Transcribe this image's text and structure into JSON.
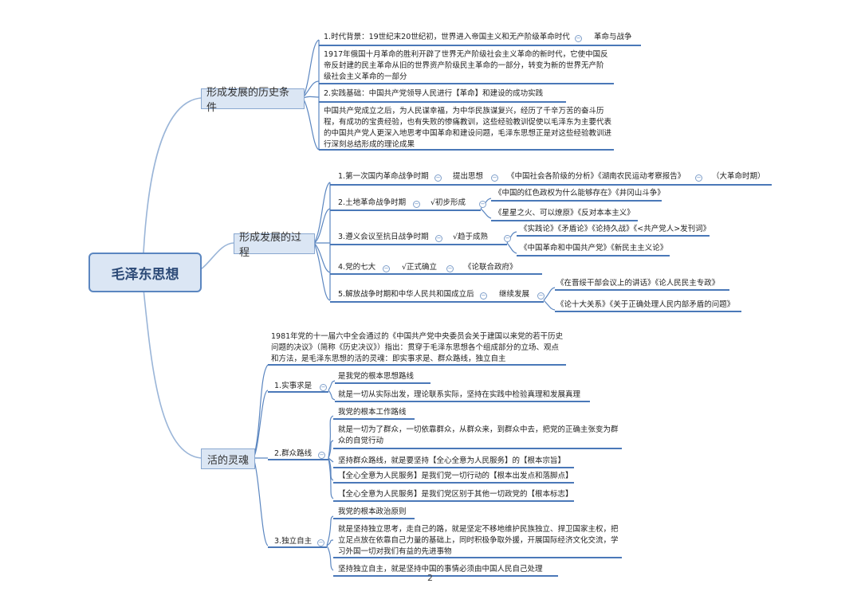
{
  "root": "毛泽东思想",
  "branches": {
    "history": "形成发展的历史条件",
    "process": "形成发展的过程",
    "soul": "活的灵魂"
  },
  "history": {
    "bg": "1.时代背景：19世纪末20世纪初，世界进入帝国主义和无产阶级革命时代",
    "bg_tag": "革命与战争",
    "bg_detail": "1917年俄国十月革命的胜利开辟了世界无产阶级社会主义革命的新时代，它使中国反帝反封建的民主革命从旧的世界资产阶级民主革命的一部分，转变为新的世界无产阶级社会主义革命的一部分",
    "practice": "2.实践基础：中国共产党领导人民进行【革命】和建设的成功实践",
    "practice_detail": "中国共产党成立之后，为人民谋幸福，为中华民族谋复兴，经历了千辛万苦的奋斗历程，有成功的宝贵经验，也有失败的惨痛教训，这些经验教训促使以毛泽东为主要代表的中国共产党人更深入地思考中国革命和建设问题，毛泽东思想正是对这些经验教训进行深刻总结形成的理论成果"
  },
  "process": {
    "p1": "1.第一次国内革命战争时期",
    "p1_stage": "提出思想",
    "p1_works": "《中国社会各阶级的分析》《湖南农民运动考察报告》",
    "p1_note": "（大革命时期）",
    "p2": "2.土地革命战争时期",
    "p2_stage": "√初步形成",
    "p2_works_a": "《中国的红色政权为什么能够存在》《井冈山斗争》",
    "p2_works_b": "《星星之火、可以燎原》《反对本本主义》",
    "p3": "3.遵义会议至抗日战争时期",
    "p3_stage": "√趋于成熟",
    "p3_works_a": "《实践论》《矛盾论》《论持久战》《<共产党人>发刊词》",
    "p3_works_b": "《中国革命和中国共产党》《新民主主义论》",
    "p4": "4.党的七大",
    "p4_stage": "√正式确立",
    "p4_works": "《论联合政府》",
    "p5": "5.解放战争时期和中华人民共和国成立后",
    "p5_stage": "继续发展",
    "p5_works_a": "《在晋绥干部会议上的讲话》《论人民民主专政》",
    "p5_works_b": "《论十大关系》《关于正确处理人民内部矛盾的问题》"
  },
  "soul": {
    "intro": "1981年党的十一届六中全会通过的《中国共产党中央委员会关于建国以来党的若干历史问题的决议》（简称《历史决议》）指出：贯穿于毛泽东思想各个组成部分的立场、观点和方法，是毛泽东思想的活的灵魂：即实事求是、群众路线，独立自主",
    "s1": "1.实事求是",
    "s1_a": "是我党的根本思想路线",
    "s1_b": "就是一切从实际出发，理论联系实际，坚持在实践中检验真理和发展真理",
    "s2": "2.群众路线",
    "s2_a": "我党的根本工作路线",
    "s2_b": "就是一切为了群众，一切依靠群众，从群众来，到群众中去，把党的正确主张变为群众的自觉行动",
    "s2_c": "坚持群众路线，就是要坚持【全心全意为人民服务】的【根本宗旨】",
    "s2_d": "【全心全意为人民服务】是我们党一切行动的【根本出发点和落脚点】",
    "s2_e": "【全心全意为人民服务】是我们党区别于其他一切政党的【根本标志】",
    "s3": "3.独立自主",
    "s3_a": "我党的根本政治原则",
    "s3_b": "就是坚持独立思考，走自己的路，就是坚定不移地维护民族独立、捍卫国家主权，把立足点放在依靠自己力量的基础上，同时积极争取外援，开展国际经济文化交流，学习外国一切对我们有益的先进事物",
    "s3_c": "坚持独立自主，就是坚持中国的事情必须由中国人民自己处理"
  },
  "page_number": "2",
  "colors": {
    "line": "#5b86c0",
    "node_fill": "#dbe6f4",
    "underline": "#4a78b8"
  }
}
